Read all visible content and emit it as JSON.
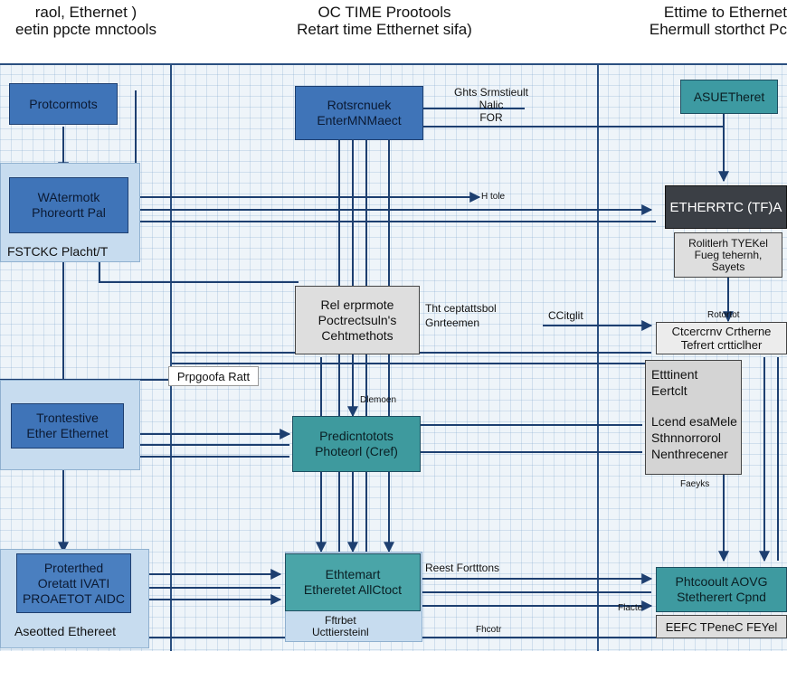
{
  "headers": {
    "left": [
      "raol, Ethernet )",
      "eetin ppcte mnctools"
    ],
    "center": [
      "OC TIME Prootools",
      "Retart time Etthernet sifa)"
    ],
    "right": [
      "Ettime to Ethernet",
      "Ehermull storthct Pc"
    ]
  },
  "boxes": {
    "b1": "Protcormots",
    "b2": [
      "WAtermotk",
      "Phoreortt Pal"
    ],
    "b2_caption": "FSTCKC Placht/T",
    "b3": [
      "Rotsrcnuek",
      "EnterMNMaect"
    ],
    "b4": [
      "Rel erprmote",
      "Poctrectsuln's",
      "Cehtmethots"
    ],
    "b5": [
      "Trontestive",
      "Ether Ethernet"
    ],
    "b6": [
      "Predicntotots",
      "Photeorl (Cref)"
    ],
    "b7": [
      "Proterthed",
      "Oretatt IVATI",
      "PROAETOT AIDC"
    ],
    "b7_caption": "Aseotted Ethereet",
    "b8": [
      "Ethtemart",
      "Etheretet AllCtoct"
    ],
    "b8_caption": [
      "Fftrbet",
      "Ucttiersteinl"
    ],
    "b9": "ASUETheret",
    "b10": "ETHERRTC (TF)A",
    "b10_sub": [
      "Rolitlerh TYEKel",
      "Fueg tehernh,",
      "Sayets"
    ],
    "b11": [
      "Ctcercrnv Crtherne",
      "Tefrert crtticlher"
    ],
    "b12": [
      "Etttinent",
      "Eertclt",
      "Lcend esaMele",
      "Sthnnorrorol",
      "Nenthrecener"
    ],
    "b13": [
      "Phtcooult AOVG",
      "Stetherert Cpnd",
      "EEFC TPeneC FEYel"
    ]
  },
  "annotations": {
    "a1": [
      "Ghts Srmstieult",
      "Nalic",
      "FOR"
    ],
    "a2": "H tole",
    "a3": [
      "Tht ceptattsbol",
      "Gnrteemen"
    ],
    "a4": "CCitglit",
    "a5": "Prpgoofa Ratt",
    "a6": "Dlemoen",
    "a7": "Rotortot",
    "a8": "Faeyks",
    "a9": "Reest Fortttons",
    "a10": "Flacte",
    "a11": "Fhcotr"
  }
}
